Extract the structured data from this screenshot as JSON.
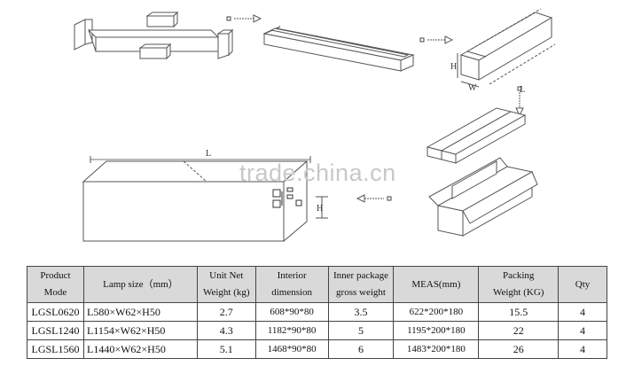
{
  "watermark": "trade.china.cn",
  "dimension_labels": {
    "length": "L",
    "width": "W",
    "height": "H"
  },
  "table": {
    "headers": [
      {
        "line1": "Product",
        "line2": "Mode"
      },
      {
        "line1": "Lamp size（mm）",
        "line2": ""
      },
      {
        "line1": "Unit Net",
        "line2": "Weight (kg)"
      },
      {
        "line1": "Interior",
        "line2": "dimension"
      },
      {
        "line1": "Inner package",
        "line2": "gross weight"
      },
      {
        "line1": "MEAS(mm)",
        "line2": ""
      },
      {
        "line1": "Packing",
        "line2": "Weight (KG)"
      },
      {
        "line1": "Qty",
        "line2": ""
      }
    ],
    "rows": [
      [
        "LGSL0620",
        "L580×W62×H50",
        "2.7",
        "608*90*80",
        "3.5",
        "622*200*180",
        "15.5",
        "4"
      ],
      [
        "LGSL1240",
        "L1154×W62×H50",
        "4.3",
        "1182*90*80",
        "5",
        "1195*200*180",
        "22",
        "4"
      ],
      [
        "LGSL1560",
        "L1440×W62×H50",
        "5.1",
        "1468*90*80",
        "6",
        "1483*200*180",
        "26",
        "4"
      ]
    ]
  },
  "colors": {
    "header_bg": "#d9d9d9",
    "line": "#444444",
    "watermark": "#c8c8c8"
  }
}
